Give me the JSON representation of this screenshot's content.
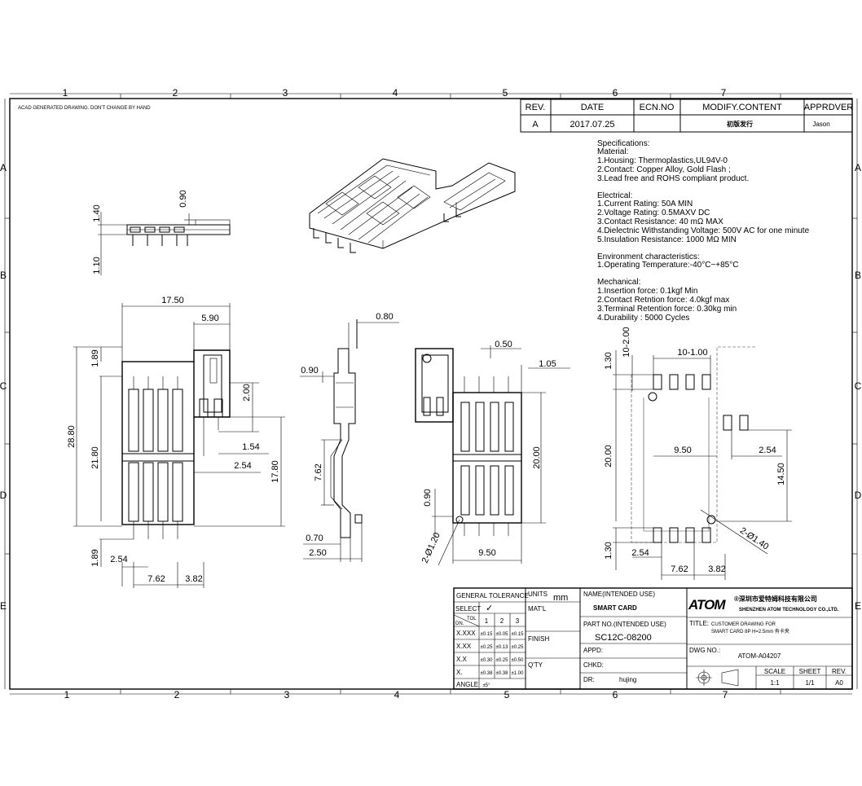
{
  "title_note": "ACAD GENERATED DRAWING. DON'T CHANGE BY HAND",
  "zones_top": [
    "1",
    "2",
    "3",
    "4",
    "5",
    "6",
    "7"
  ],
  "zones_bottom": [
    "1",
    "2",
    "3",
    "4",
    "5",
    "6",
    "7"
  ],
  "zones_side": [
    "A",
    "B",
    "C",
    "D",
    "E"
  ],
  "revision": {
    "headers": [
      "REV.",
      "DATE",
      "ECN.NO",
      "MODIFY.CONTENT",
      "APPRDVER"
    ],
    "row": [
      "A",
      "2017.07.25",
      "",
      "初版发行",
      "Jason"
    ]
  },
  "specifications": {
    "heading": "Specifications:",
    "material_heading": "Material:",
    "material": [
      "1.Housing: Thermoplastics,UL94V-0",
      "2.Contact: Copper Alloy, Gold Flash ;",
      "3.Lead free and ROHS compliant product."
    ],
    "electrical_heading": "Electrical:",
    "electrical": [
      "1.Current Rating: 50A MIN",
      "2.Voltage Rating: 0.5MAXV DC",
      "3.Contact Resistance: 40 mΩ MAX",
      "4.Dielectnic Withstanding Voltage: 500V AC for one minute",
      "5.Insulation Resistance: 1000 MΩ MIN"
    ],
    "environment_heading": "Environment characteristics:",
    "environment": [
      "1.Operating Temperature:-40°C~+85°C"
    ],
    "mechanical_heading": "Mechanical:",
    "mechanical": [
      "1.Insertion force: 0.1kgf Min",
      "2.Contact Retntion force: 4.0kgf max",
      "3.Terminal Retention force: 0.30kg min",
      "4.Durability : 5000 Cycles"
    ]
  },
  "dims": {
    "side_top": [
      "1.40",
      "0.90",
      "1.10"
    ],
    "top_view": [
      "17.50",
      "5.90",
      "1.89",
      "2.00",
      "28.80",
      "21.80",
      "1.54",
      "2.54",
      "17.80",
      "1.89",
      "2.54",
      "7.62",
      "3.82"
    ],
    "side_view": [
      "0.80",
      "0.90",
      "7.62",
      "0.70",
      "2.50"
    ],
    "bottom_view": [
      "0.50",
      "1.05",
      "20.00",
      "0.90",
      "2-Ø1.20",
      "9.50"
    ],
    "pcb_layout": [
      "1.30",
      "10-2.00",
      "10-1.00",
      "9.50",
      "2.54",
      "20.00",
      "14.50",
      "2-Ø1.40",
      "1.30",
      "2.54",
      "7.62",
      "3.82"
    ]
  },
  "title_block": {
    "general_tolerance": "GENERAL TOLERANCE",
    "units_label": "UNITS",
    "units_value": "mm",
    "select_label": "SELECT",
    "select_mark": "✓",
    "tol_label": "TOL",
    "dim_label": "DN.",
    "tol_cols": [
      "1",
      "2",
      "3"
    ],
    "tol_rows": [
      {
        "label": "X.XXX",
        "v": [
          "±0.15",
          "±0.05",
          "±0.15"
        ]
      },
      {
        "label": "X.XX",
        "v": [
          "±0.25",
          "±0.13",
          "±0.25"
        ]
      },
      {
        "label": "X.X",
        "v": [
          "±0.30",
          "±0.25",
          "±0.50"
        ]
      },
      {
        "label": "X.",
        "v": [
          "±0.38",
          "±0.38",
          "±1.00"
        ]
      }
    ],
    "angle_label": "ANGLE",
    "angle_value": "±5°",
    "matl_label": "MAT'L",
    "finish_label": "FINISH",
    "qty_label": "Q'TY",
    "name_label": "NAME(INTENDED USE)",
    "name_value": "SMART CARD",
    "part_label": "PART NO.(INTENDED USE)",
    "part_value": "SC12C-08200",
    "appd_label": "APPD:",
    "chkd_label": "CHKD:",
    "dr_label": "DR:",
    "dr_value": "hujing",
    "logo": "ATOM",
    "company_cn": "®深圳市爱特姆科技有限公司",
    "company_en": "SHENZHEN ATOM TECHNOLOGY CO.,LTD.",
    "title_label": "TITLE:",
    "title_line1": "CUSTOMER DRAWING FOR",
    "title_line2": "SMART CARD 8P H=2.5mm 有卡夹",
    "dwg_label": "DWG NO.:",
    "dwg_value": "ATOM-A04207",
    "scale_label": "SCALE",
    "scale_value": "1:1",
    "sheet_label": "SHEET",
    "sheet_value": "1/1",
    "rev_label": "REV.",
    "rev_value": "A0"
  }
}
